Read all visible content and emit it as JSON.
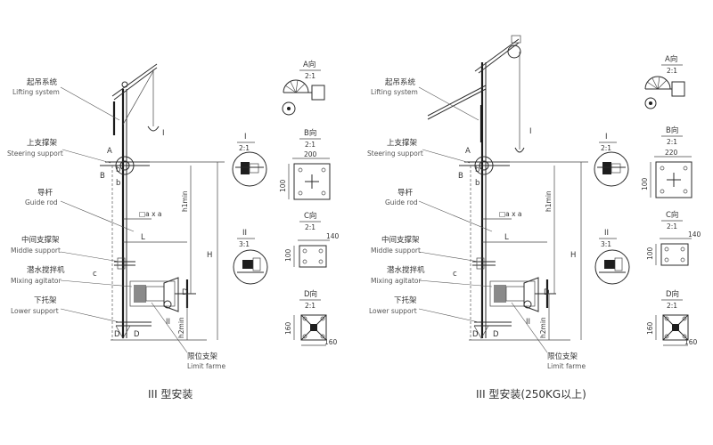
{
  "panels": [
    {
      "caption": "III 型安装",
      "lifting_system": {
        "zh": "起吊系统",
        "en": "Lifting system"
      },
      "steering_support": {
        "zh": "上支撑架",
        "en": "Steering support"
      },
      "guide_rod": {
        "zh": "导杆",
        "en": "Guide rod"
      },
      "middle_support": {
        "zh": "中间支撑架",
        "en": "Middle support"
      },
      "mixing_agitator": {
        "zh": "潜水搅拌机",
        "en": "Mixing agitator"
      },
      "lower_support": {
        "zh": "下托架",
        "en": "Lower support"
      },
      "limit_frame": {
        "zh": "限位支架",
        "en": "Limit farme"
      },
      "marks": {
        "I": "I",
        "II": "II",
        "A": "A",
        "B": "B",
        "b1": "b",
        "b2": "b",
        "c": "c",
        "D1": "D",
        "D2": "D",
        "section": "□a x a",
        "L": "L",
        "H": "H",
        "D": "D",
        "h1min": "h1min",
        "h2min": "h2min"
      },
      "detail_I": {
        "label": "I",
        "scale": "2:1"
      },
      "detail_II": {
        "label": "II",
        "scale": "3:1"
      },
      "view_A": {
        "title": "A向",
        "scale": "2:1"
      },
      "view_B": {
        "title": "B向",
        "scale": "2:1",
        "width": "200",
        "height": "100"
      },
      "view_C": {
        "title": "C向",
        "scale": "2:1",
        "width": "140",
        "height": "100"
      },
      "view_D": {
        "title": "D向",
        "scale": "2:1",
        "width": "160",
        "height": "160"
      }
    },
    {
      "caption": "III 型安装(250KG以上)",
      "lifting_system": {
        "zh": "起吊系统",
        "en": "Lifting system"
      },
      "steering_support": {
        "zh": "上支撑架",
        "en": "Steering support"
      },
      "guide_rod": {
        "zh": "导杆",
        "en": "Guide rod"
      },
      "middle_support": {
        "zh": "中间支撑架",
        "en": "Middle support"
      },
      "mixing_agitator": {
        "zh": "潜水搅拌机",
        "en": "Mixing agitator"
      },
      "lower_support": {
        "zh": "下托架",
        "en": "Lower support"
      },
      "limit_frame": {
        "zh": "限位支架",
        "en": "Limit farme"
      },
      "marks": {
        "I": "I",
        "II": "II",
        "A": "A",
        "B": "B",
        "b1": "b",
        "b2": "b",
        "c": "c",
        "D1": "D",
        "D2": "D",
        "section": "□a x a",
        "L": "L",
        "H": "H",
        "D": "D",
        "h1min": "h1min",
        "h2min": "h2min"
      },
      "detail_I": {
        "label": "I",
        "scale": "2:1"
      },
      "detail_II": {
        "label": "II",
        "scale": "3:1"
      },
      "view_A": {
        "title": "A向",
        "scale": "2:1"
      },
      "view_B": {
        "title": "B向",
        "scale": "2:1",
        "width": "220",
        "height": "100"
      },
      "view_C": {
        "title": "C向",
        "scale": "2:1",
        "width": "140",
        "height": "100"
      },
      "view_D": {
        "title": "D向",
        "scale": "2:1",
        "width": "160",
        "height": "160"
      }
    }
  ]
}
